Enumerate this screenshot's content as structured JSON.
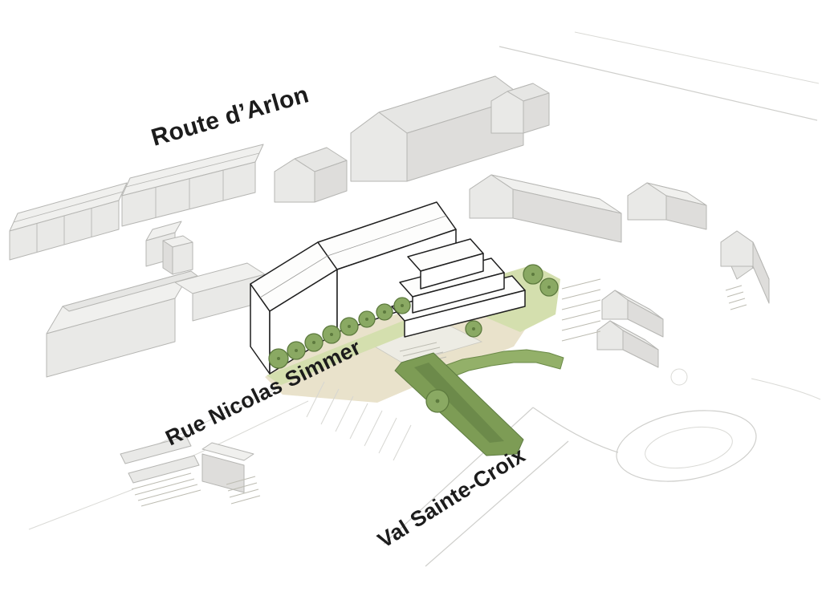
{
  "labels": {
    "route_arlon": "Route d’Arlon",
    "rue_nicolas_simmer": "Rue Nicolas Simmer",
    "val_sainte_croix": "Val Sainte-Croix"
  },
  "colors": {
    "background": "#ffffff",
    "building_fill": "#f0f0ee",
    "building_fill_dark": "#e6e6e4",
    "building_wall": "#e9e9e7",
    "building_wall_dark": "#dedddb",
    "building_stroke": "#b6b6b3",
    "site_stroke": "#1f1f1f",
    "tree": "#8aa963",
    "tree_dark": "#5d7a3e",
    "lawn": "#d4dfae",
    "path_green": "#7d9c55",
    "path_dark": "#5e7c42",
    "tan": "#e9e2cb",
    "paving": "#edece4",
    "road": "#cfcfcc",
    "label": "#1c1c1c"
  }
}
